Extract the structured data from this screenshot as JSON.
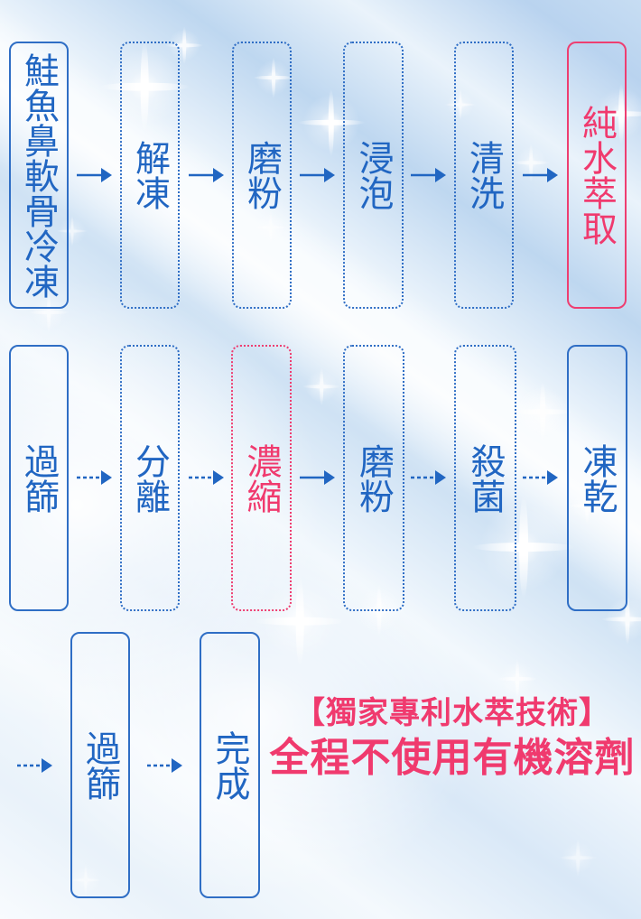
{
  "flow": {
    "rows": [
      {
        "steps": [
          {
            "label": "鮭魚鼻軟骨冷凍",
            "color": "blue",
            "border": "solid"
          },
          {
            "label": "解凍",
            "color": "blue",
            "border": "dotted"
          },
          {
            "label": "磨粉",
            "color": "blue",
            "border": "dotted"
          },
          {
            "label": "浸泡",
            "color": "blue",
            "border": "dotted"
          },
          {
            "label": "清洗",
            "color": "blue",
            "border": "dotted"
          },
          {
            "label": "純水萃取",
            "color": "pink",
            "border": "solid"
          }
        ]
      },
      {
        "steps": [
          {
            "label": "過篩",
            "color": "blue",
            "border": "solid"
          },
          {
            "label": "分離",
            "color": "blue",
            "border": "dotted"
          },
          {
            "label": "濃縮",
            "color": "pink",
            "border": "dotted"
          },
          {
            "label": "磨粉",
            "color": "blue",
            "border": "dotted"
          },
          {
            "label": "殺菌",
            "color": "blue",
            "border": "dotted"
          },
          {
            "label": "凍乾",
            "color": "blue",
            "border": "solid"
          }
        ]
      },
      {
        "steps": [
          {
            "label": "過篩",
            "color": "blue",
            "border": "solid"
          },
          {
            "label": "完成",
            "color": "blue",
            "border": "solid"
          }
        ]
      }
    ]
  },
  "caption": {
    "line1": "【獨家專利水萃技術】",
    "line2": "全程不使用有機溶劑"
  },
  "icons": {
    "arrow_right": "→",
    "sparkle": "✦"
  },
  "colors": {
    "text_blue": "#2166c2",
    "border_blue": "#2f6ec5",
    "text_pink": "#f03a6e",
    "border_pink": "#ee3e71",
    "background_tint": "#c7ddf3"
  }
}
